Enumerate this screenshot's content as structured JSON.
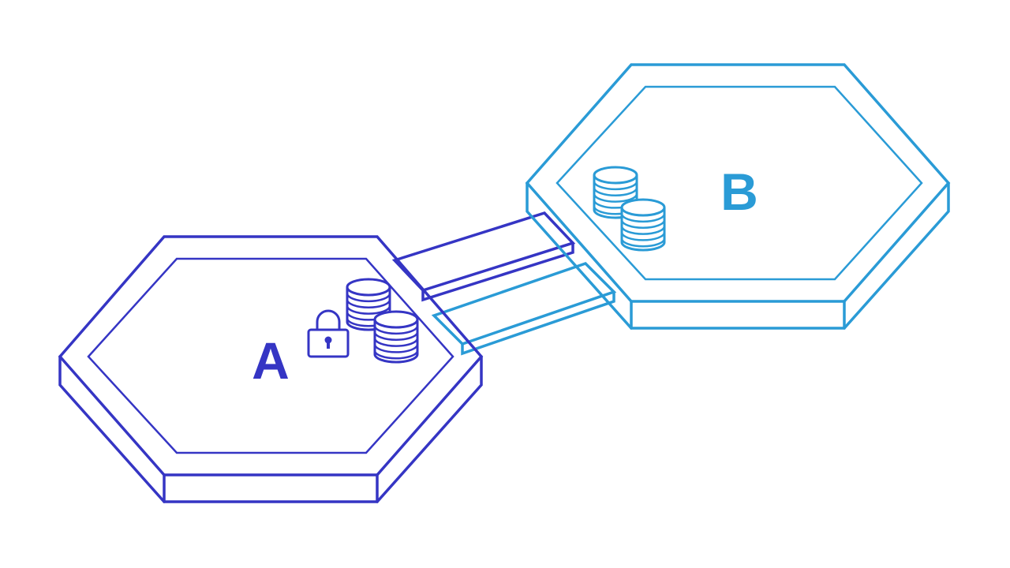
{
  "colors": {
    "chain_a": "#3535c4",
    "chain_b": "#2a9bd6",
    "background": "#ffffff"
  },
  "nodes": {
    "a": {
      "label": "A",
      "icons": [
        "lock-icon",
        "coin-stack-icon",
        "coin-stack-icon"
      ]
    },
    "b": {
      "label": "B",
      "icons": [
        "coin-stack-icon",
        "coin-stack-icon"
      ]
    }
  },
  "bridge": {
    "lanes": 2
  }
}
